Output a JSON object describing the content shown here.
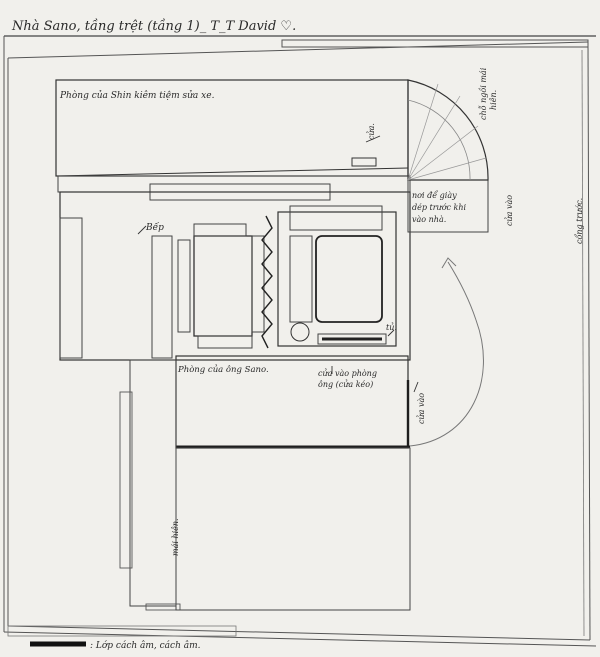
{
  "title": "Nhà Sano, tầng trệt (tầng 1)_ T_T David ♡.",
  "rooms": {
    "shin_room": "Phòng của Shin kiêm tiệm sửa xe.",
    "ong_sano_room": "Phòng của ông Sano.",
    "bep": "Bếp",
    "cua_top": "cửa.",
    "tu": "tủ.",
    "noi_de_giay": [
      "nơi để giày",
      "dép trước khi",
      "vào nhà."
    ],
    "cua_vao_right": "cửa vào",
    "cua_vao_lower": "cửa vào",
    "cua_vao_phong": [
      "cửa vào phòng",
      "ông (cửa kéo)"
    ],
    "cho_ngoi_mai_hien": [
      "chỗ ngồi mái",
      "hiên."
    ],
    "mai_hien": "mái hiên.",
    "cong_truoc": "cổng trước."
  },
  "legend": {
    "text": ": Lớp cách âm, cách âm."
  },
  "colors": {
    "paper": "#f1f0ec",
    "ink": "#2a2a2a",
    "pencil": "#6b6b6b",
    "background": "#2b2b2b"
  }
}
